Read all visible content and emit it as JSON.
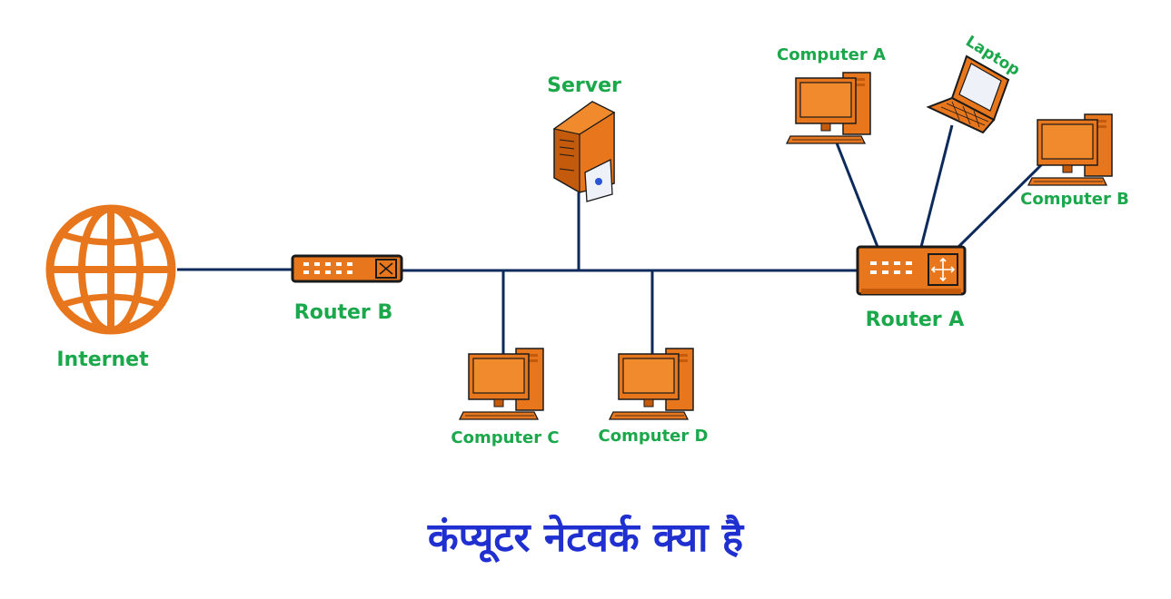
{
  "labels": {
    "internet": "Internet",
    "router_b": "Router B",
    "server": "Server",
    "router_a": "Router A",
    "computer_a": "Computer A",
    "laptop": "Laptop",
    "computer_b": "Computer B",
    "computer_c": "Computer C",
    "computer_d": "Computer D"
  },
  "title": "कंप्यूटर नेटवर्क क्या  है",
  "colors": {
    "device": "#e8761c",
    "device_dark": "#c45a0c",
    "outline": "#1a1a1a",
    "link": "#0d2a5c",
    "label": "#1aa84b",
    "title": "#1f2fd0"
  },
  "icons": {
    "internet": "globe-icon",
    "router": "router-icon",
    "server": "server-icon",
    "computer": "desktop-computer-icon",
    "laptop": "laptop-icon"
  }
}
